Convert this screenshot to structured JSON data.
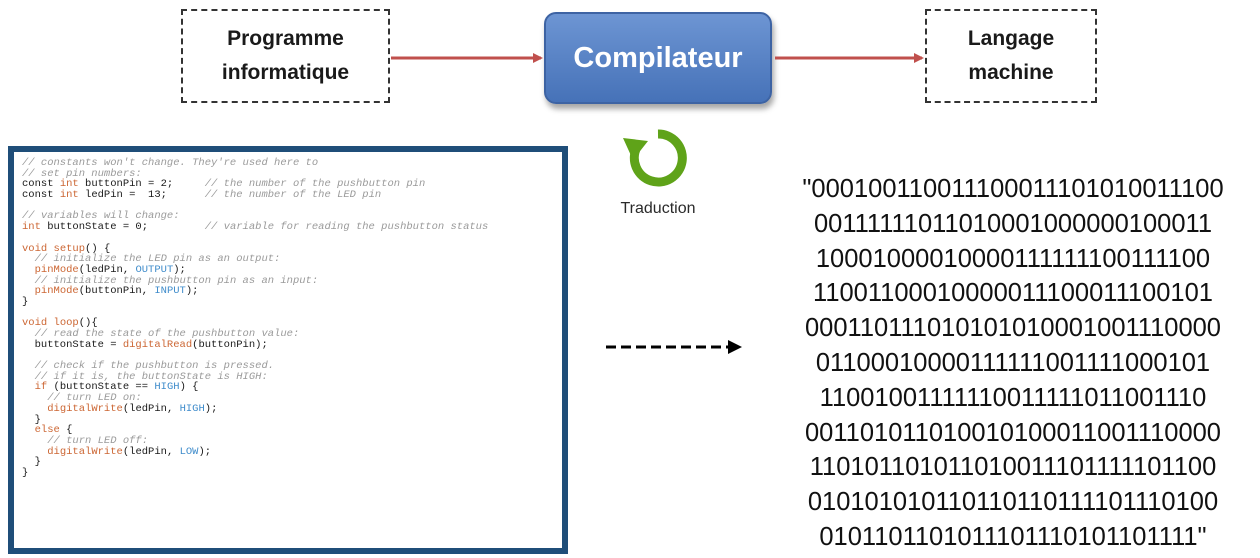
{
  "program_box": {
    "label": "Programme\ninformatique"
  },
  "compiler_box": {
    "label": "Compilateur"
  },
  "machine_box": {
    "label": "Langage\nmachine"
  },
  "translation": {
    "label": "Traduction",
    "icon": "rotate-arrow-icon",
    "icon_color": "#5fa319"
  },
  "colors": {
    "flow_arrow": "#c0504d",
    "compiler_fill": "#5580c4",
    "code_panel_border": "#1f4e79",
    "dashed_arrow": "#000000"
  },
  "code": {
    "lines": [
      [
        {
          "t": "// constants won't change. They're used here to",
          "k": "comment"
        }
      ],
      [
        {
          "t": "// set pin numbers:",
          "k": "comment"
        }
      ],
      [
        {
          "t": "const ",
          "k": "plain"
        },
        {
          "t": "int",
          "k": "keyword"
        },
        {
          "t": " buttonPin = 2;     ",
          "k": "plain"
        },
        {
          "t": "// the number of the pushbutton pin",
          "k": "comment"
        }
      ],
      [
        {
          "t": "const ",
          "k": "plain"
        },
        {
          "t": "int",
          "k": "keyword"
        },
        {
          "t": " ledPin =  13;      ",
          "k": "plain"
        },
        {
          "t": "// the number of the LED pin",
          "k": "comment"
        }
      ],
      [],
      [
        {
          "t": "// variables will change:",
          "k": "comment"
        }
      ],
      [
        {
          "t": "int",
          "k": "keyword"
        },
        {
          "t": " buttonState = 0;         ",
          "k": "plain"
        },
        {
          "t": "// variable for reading the pushbutton status",
          "k": "comment"
        }
      ],
      [],
      [
        {
          "t": "void",
          "k": "keyword"
        },
        {
          "t": " ",
          "k": "plain"
        },
        {
          "t": "setup",
          "k": "builtin"
        },
        {
          "t": "() {",
          "k": "plain"
        }
      ],
      [
        {
          "t": "  ",
          "k": "plain"
        },
        {
          "t": "// initialize the LED pin as an output:",
          "k": "comment"
        }
      ],
      [
        {
          "t": "  ",
          "k": "plain"
        },
        {
          "t": "pinMode",
          "k": "builtin"
        },
        {
          "t": "(ledPin, ",
          "k": "plain"
        },
        {
          "t": "OUTPUT",
          "k": "constant"
        },
        {
          "t": ");",
          "k": "plain"
        }
      ],
      [
        {
          "t": "  ",
          "k": "plain"
        },
        {
          "t": "// initialize the pushbutton pin as an input:",
          "k": "comment"
        }
      ],
      [
        {
          "t": "  ",
          "k": "plain"
        },
        {
          "t": "pinMode",
          "k": "builtin"
        },
        {
          "t": "(buttonPin, ",
          "k": "plain"
        },
        {
          "t": "INPUT",
          "k": "constant"
        },
        {
          "t": ");",
          "k": "plain"
        }
      ],
      [
        {
          "t": "}",
          "k": "plain"
        }
      ],
      [],
      [
        {
          "t": "void",
          "k": "keyword"
        },
        {
          "t": " ",
          "k": "plain"
        },
        {
          "t": "loop",
          "k": "builtin"
        },
        {
          "t": "(){",
          "k": "plain"
        }
      ],
      [
        {
          "t": "  ",
          "k": "plain"
        },
        {
          "t": "// read the state of the pushbutton value:",
          "k": "comment"
        }
      ],
      [
        {
          "t": "  buttonState = ",
          "k": "plain"
        },
        {
          "t": "digitalRead",
          "k": "builtin"
        },
        {
          "t": "(buttonPin);",
          "k": "plain"
        }
      ],
      [],
      [
        {
          "t": "  ",
          "k": "plain"
        },
        {
          "t": "// check if the pushbutton is pressed.",
          "k": "comment"
        }
      ],
      [
        {
          "t": "  ",
          "k": "plain"
        },
        {
          "t": "// if it is, the buttonState is HIGH:",
          "k": "comment"
        }
      ],
      [
        {
          "t": "  ",
          "k": "plain"
        },
        {
          "t": "if",
          "k": "keyword"
        },
        {
          "t": " (buttonState == ",
          "k": "plain"
        },
        {
          "t": "HIGH",
          "k": "constant"
        },
        {
          "t": ") {",
          "k": "plain"
        }
      ],
      [
        {
          "t": "    ",
          "k": "plain"
        },
        {
          "t": "// turn LED on:",
          "k": "comment"
        }
      ],
      [
        {
          "t": "    ",
          "k": "plain"
        },
        {
          "t": "digitalWrite",
          "k": "builtin"
        },
        {
          "t": "(ledPin, ",
          "k": "plain"
        },
        {
          "t": "HIGH",
          "k": "constant"
        },
        {
          "t": ");",
          "k": "plain"
        }
      ],
      [
        {
          "t": "  }",
          "k": "plain"
        }
      ],
      [
        {
          "t": "  ",
          "k": "plain"
        },
        {
          "t": "else",
          "k": "keyword"
        },
        {
          "t": " {",
          "k": "plain"
        }
      ],
      [
        {
          "t": "    ",
          "k": "plain"
        },
        {
          "t": "// turn LED off:",
          "k": "comment"
        }
      ],
      [
        {
          "t": "    ",
          "k": "plain"
        },
        {
          "t": "digitalWrite",
          "k": "builtin"
        },
        {
          "t": "(ledPin, ",
          "k": "plain"
        },
        {
          "t": "LOW",
          "k": "constant"
        },
        {
          "t": ");",
          "k": "plain"
        }
      ],
      [
        {
          "t": "  }",
          "k": "plain"
        }
      ],
      [
        {
          "t": "}",
          "k": "plain"
        }
      ]
    ]
  },
  "binary": {
    "lines": [
      "\"000100110011100011101010011100",
      "00111111011010001000000100011",
      "10001000010000111111100111100",
      "11001100010000011100011100101",
      "000110111010101010001001110000",
      "01100010000111111001111000101",
      "11001001111110011111011001110",
      "001101011010010100011001110000",
      "110101101011010011101111101100",
      "010101010110110110111101110100",
      "0101101101011101110101101111\""
    ]
  }
}
